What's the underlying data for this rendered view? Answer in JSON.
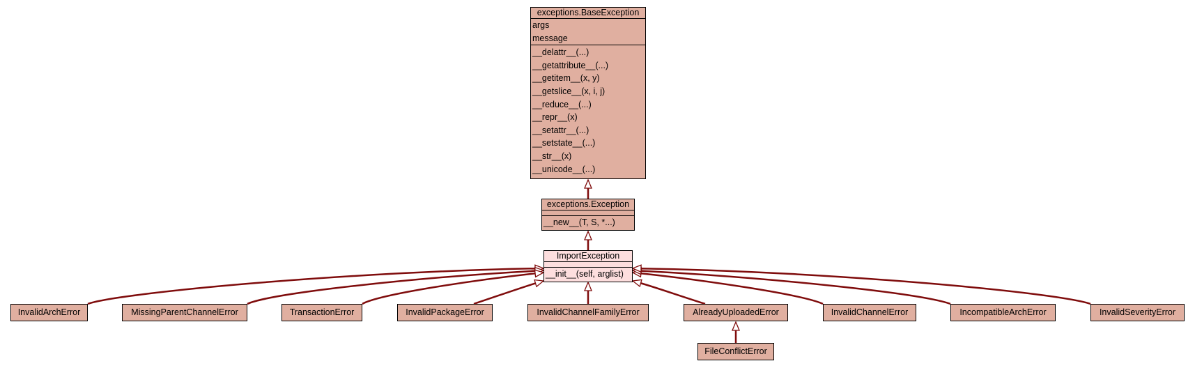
{
  "colors": {
    "edge": "#7f0c0c",
    "node_fill": "#e0afa0",
    "highlight_fill": "#fddede",
    "border": "#000000"
  },
  "base_exception": {
    "title": "exceptions.BaseException",
    "attributes": [
      "args",
      "message"
    ],
    "methods": [
      "__delattr__(...)",
      "__getattribute__(...)",
      "__getitem__(x, y)",
      "__getslice__(x, i, j)",
      "__reduce__(...)",
      "__repr__(x)",
      "__setattr__(...)",
      "__setstate__(...)",
      "__str__(x)",
      "__unicode__(...)"
    ]
  },
  "exception": {
    "title": "exceptions.Exception",
    "methods": [
      "__new__(T, S, *...)"
    ]
  },
  "import_exception": {
    "title": "ImportException",
    "methods": [
      "__init__(self, arglist)"
    ]
  },
  "leaves": [
    "InvalidArchError",
    "MissingParentChannelError",
    "TransactionError",
    "InvalidPackageError",
    "InvalidChannelFamilyError",
    "AlreadyUploadedError",
    "InvalidChannelError",
    "IncompatibleArchError",
    "InvalidSeverityError"
  ],
  "file_conflict": "FileConflictError"
}
